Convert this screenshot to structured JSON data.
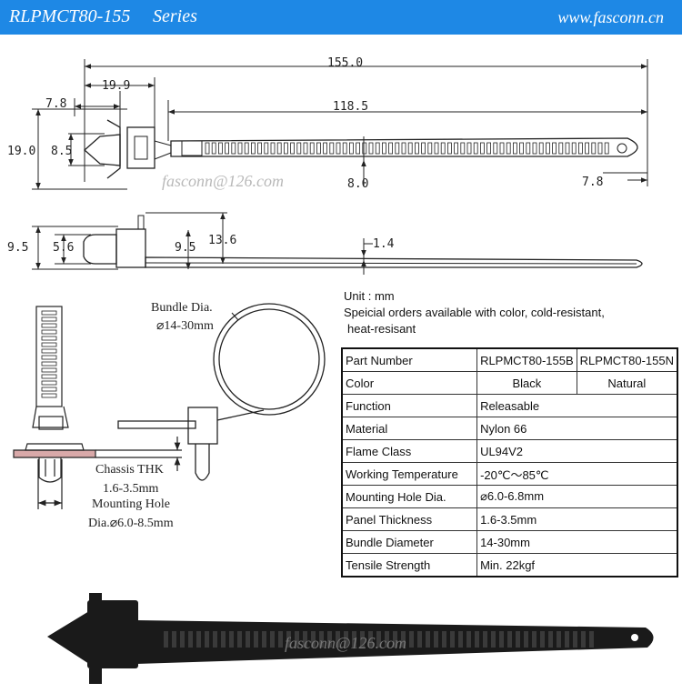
{
  "header": {
    "model": "RLPMCT80-155",
    "series": "Series",
    "website": "www.fasconn.cn"
  },
  "top_view": {
    "dim_total": "155.0",
    "dim_19_9": "19.9",
    "dim_7_8_left": "7.8",
    "dim_118_5": "118.5",
    "dim_19_0": "19.0",
    "dim_8_5": "8.5",
    "dim_8_0": "8.0",
    "dim_7_8_right": "7.8",
    "watermark": "fasconn@126.com"
  },
  "side_view": {
    "dim_9_5_left": "9.5",
    "dim_5_6": "5.6",
    "dim_9_5_mid": "9.5",
    "dim_13_6": "13.6",
    "dim_1_4": "1.4"
  },
  "install_view": {
    "bundle_label": "Bundle Dia.",
    "bundle_range": "⌀14-30mm",
    "chassis_label": "Chassis THK",
    "chassis_range": "1.6-3.5mm",
    "hole_label": "Mounting Hole",
    "hole_range": "Dia.⌀6.0-8.5mm"
  },
  "notes": {
    "unit": "Unit : mm",
    "special_line1": "Speicial orders available with color, cold-resistant,",
    "special_line2": "heat-resisant"
  },
  "spec_table": {
    "header": {
      "label": "Part Number",
      "col1": "RLPMCT80-155B",
      "col2": "RLPMCT80-155N"
    },
    "color": {
      "label": "Color",
      "col1": "Black",
      "col2": "Natural"
    },
    "rows": [
      {
        "label": "Function",
        "value": "Releasable"
      },
      {
        "label": "Material",
        "value": "Nylon 66"
      },
      {
        "label": "Flame Class",
        "value": "UL94V2"
      },
      {
        "label": "Working Temperature",
        "value": "-20℃～85℃"
      },
      {
        "label": "Mounting Hole Dia.",
        "value": "⌀6.0-6.8mm"
      },
      {
        "label": "Panel Thickness",
        "value": "1.6-3.5mm"
      },
      {
        "label": "Bundle Diameter",
        "value": "14-30mm"
      },
      {
        "label": "Tensile Strength",
        "value": "Min. 22kgf"
      }
    ]
  },
  "photo": {
    "watermark": "fasconn@126.com",
    "color": "#1a1a1a"
  },
  "colors": {
    "header_bg": "#1e88e5",
    "line": "#222222",
    "panel_fill": "#d9a9a9"
  }
}
